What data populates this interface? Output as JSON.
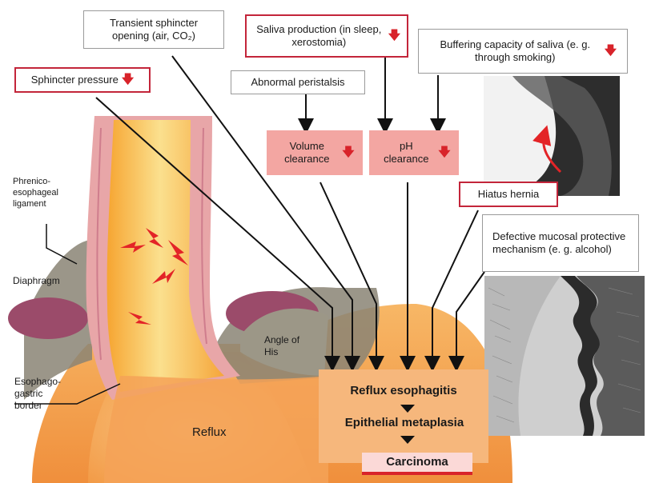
{
  "factors": {
    "transient_sphincter": "Transient sphincter opening (air, CO₂)",
    "saliva_production": "Saliva production (in sleep, xerostomia)",
    "buffering_capacity": "Buffering capacity of saliva (e. g. through smoking)",
    "sphincter_pressure": "Sphincter pressure",
    "abnormal_peristalsis": "Abnormal peristalsis",
    "volume_clearance": "Volume clearance",
    "ph_clearance": "pH clearance",
    "hiatus_hernia": "Hiatus hernia",
    "defective_mucosal": "Defective mucosal protective mechanism (e. g. alcohol)"
  },
  "anatomy": {
    "phrenico": "Phrenico-esophageal ligament",
    "diaphragm": "Diaphragm",
    "esophago_gastric": "Esophago-gastric border",
    "angle_of_his": "Angle of His",
    "reflux": "Reflux"
  },
  "sequence": {
    "step1": "Reflux esophagitis",
    "step2": "Epithelial metaplasia",
    "step3": "Carcinoma"
  },
  "colors": {
    "accent_red": "#d8232a",
    "box_border_red": "#c3253a",
    "pink_box": "#f3a6a2",
    "orange_box": "#f6b77c",
    "esophagus_yellow": "#f8c24a",
    "stomach_orange": "#f4a55a"
  }
}
